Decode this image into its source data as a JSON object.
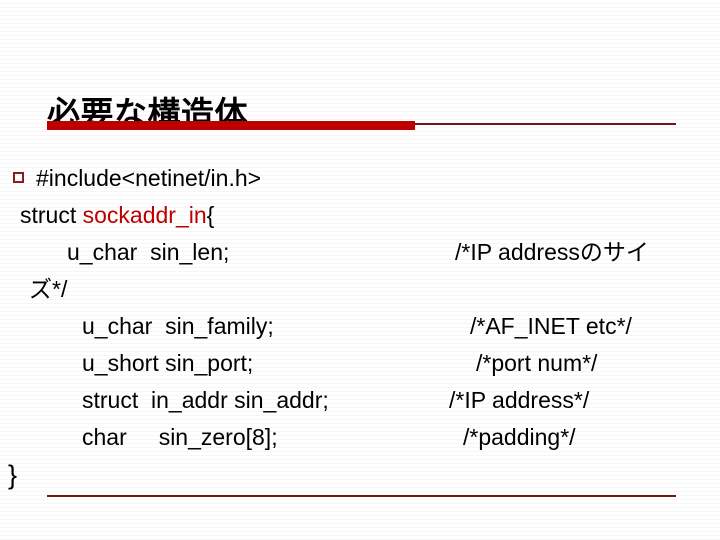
{
  "slide": {
    "title": "必要な構造体",
    "accent_color": "#c00000",
    "rule_color": "#7a1414",
    "bullet_icon": "hollow-square-bullet",
    "background_color": "#ffffff",
    "text_color": "#000000"
  },
  "code": {
    "lines": [
      {
        "id": "include",
        "bullet": true,
        "left": "#include<netinet/in.h>",
        "right": ""
      },
      {
        "id": "struct-open",
        "bullet": false,
        "left_pre": "struct ",
        "left_highlight": "sockaddr_in",
        "left_post": "{",
        "right": ""
      },
      {
        "id": "sin-len",
        "bullet": false,
        "left": "u_char  sin_len;",
        "right": "/*IP addressのサイ"
      },
      {
        "id": "sin-len-wrap",
        "bullet": false,
        "left": "ズ*/",
        "right": ""
      },
      {
        "id": "sin-family",
        "bullet": false,
        "left": "u_char  sin_family;",
        "right": "/*AF_INET etc*/"
      },
      {
        "id": "sin-port",
        "bullet": false,
        "left": "u_short sin_port;",
        "right": "/*port num*/"
      },
      {
        "id": "sin-addr",
        "bullet": false,
        "left": "struct  in_addr sin_addr;",
        "right": "/*IP address*/"
      },
      {
        "id": "sin-zero",
        "bullet": false,
        "left": "char     sin_zero[8];",
        "right": "/*padding*/"
      }
    ],
    "closing_brace": "}"
  }
}
